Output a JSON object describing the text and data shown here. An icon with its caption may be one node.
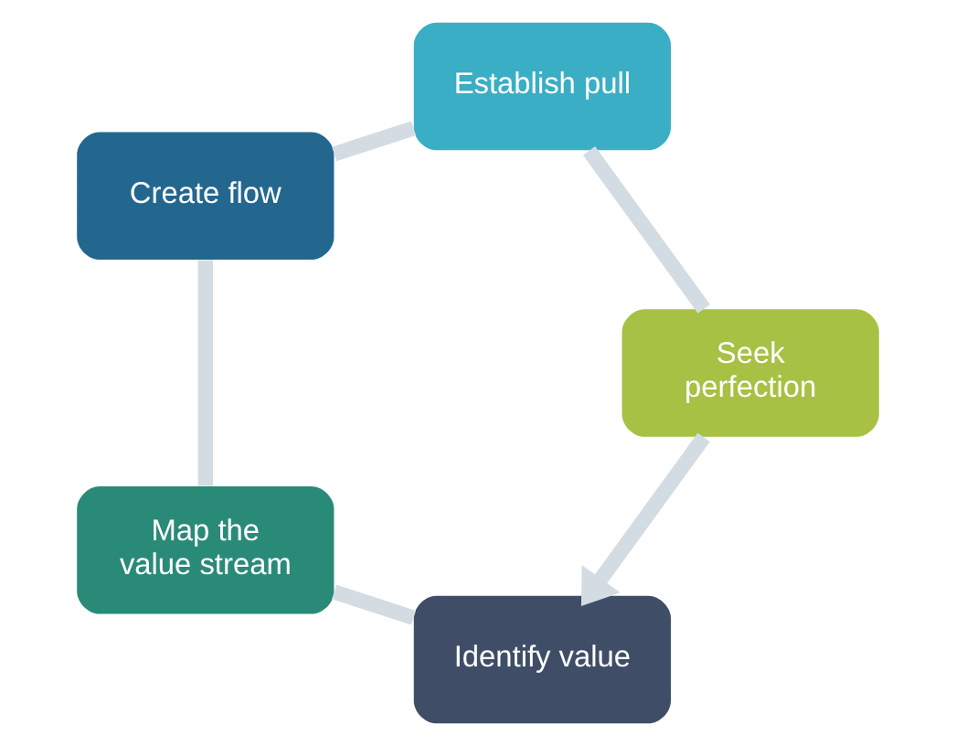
{
  "diagram": {
    "nodes": [
      {
        "text": [
          "Identify value"
        ]
      },
      {
        "text": [
          "Map the value stream"
        ]
      },
      {
        "text": [
          "Create flow"
        ]
      },
      {
        "text": [
          "Establish pull"
        ]
      },
      {
        "text": [
          "Seek perfection"
        ]
      }
    ],
    "edges": [
      {
        "from": 0,
        "to": 1,
        "arrow": "none"
      },
      {
        "from": 1,
        "to": 2,
        "arrow": "none"
      },
      {
        "from": 2,
        "to": 3,
        "arrow": "none"
      },
      {
        "from": 3,
        "to": 4,
        "arrow": "none"
      },
      {
        "from": 4,
        "to": 0,
        "arrow": "to"
      }
    ]
  }
}
